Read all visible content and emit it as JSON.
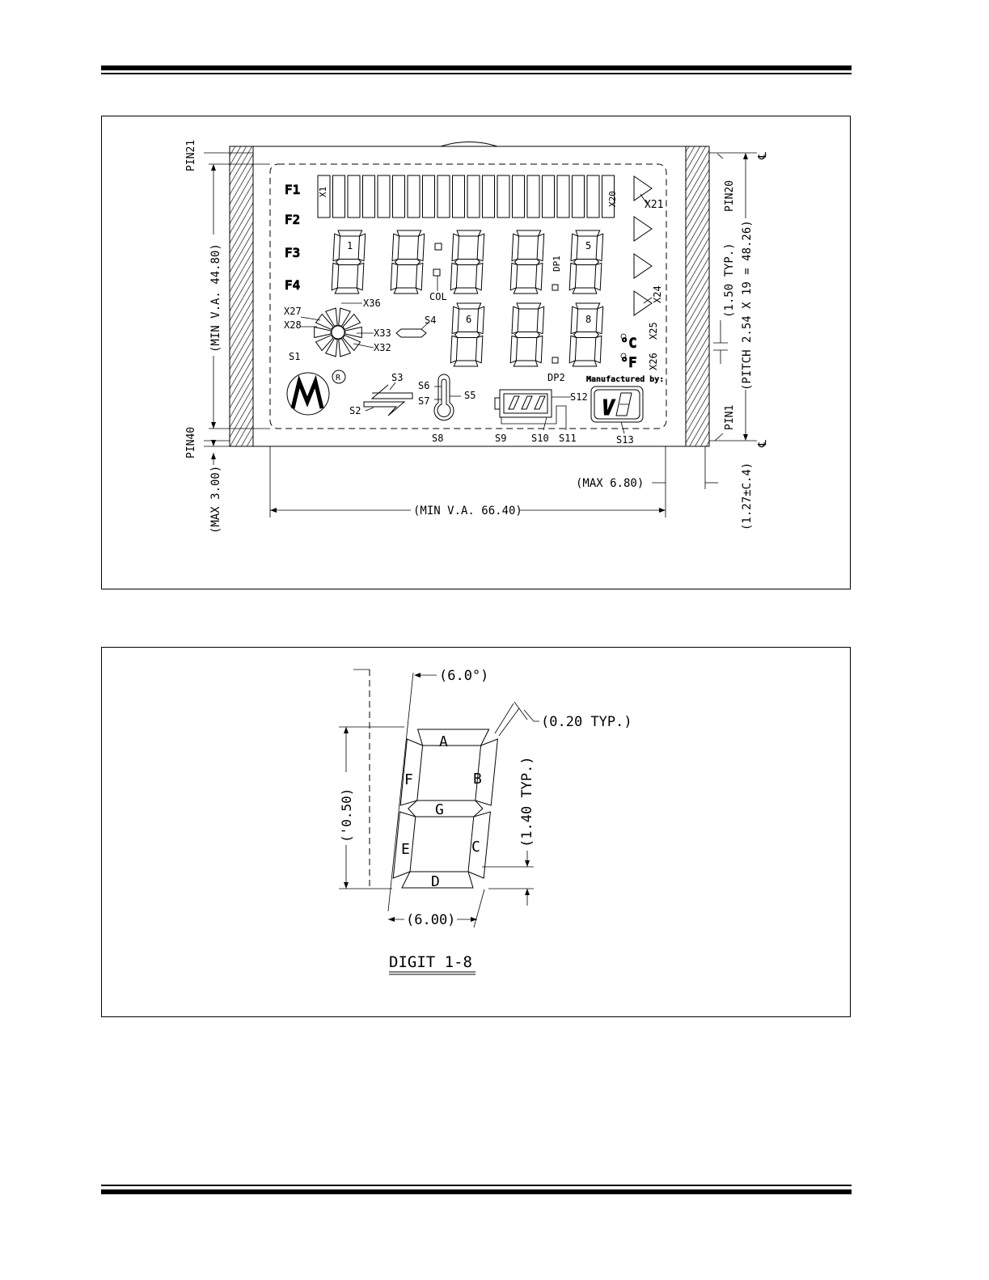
{
  "lcd_drawing": {
    "pins": {
      "top_left": "PIN21",
      "bottom_left": "PIN40",
      "top_right": "PIN20",
      "bottom_right": "PIN1"
    },
    "functions": [
      "F1",
      "F2",
      "F3",
      "F4"
    ],
    "bar": {
      "first": "X1",
      "last": "X20"
    },
    "arrows": {
      "top": "X21",
      "bottom": "X24"
    },
    "digit_numbers": [
      "1",
      "5",
      "6",
      "8"
    ],
    "labels": {
      "col": "COL",
      "dp1": "DP1",
      "dp2": "DP2",
      "x36": "X36",
      "x27": "X27",
      "x28": "X28",
      "x33": "X33",
      "x32": "X32",
      "s1": "S1",
      "s2": "S2",
      "s3": "S3",
      "s4": "S4",
      "s5": "S5",
      "s6": "S6",
      "s7": "S7",
      "s8": "S8",
      "s9": "S9",
      "s10": "S10",
      "s11": "S11",
      "s12": "S12",
      "s13": "S13",
      "x25": "X25",
      "x26": "X26",
      "celsius": "°C",
      "fahrenheit": "°F",
      "manufactured": "Manufactured by:",
      "logo_letter": "V",
      "reg": "R"
    },
    "dimensions": {
      "min_va_height": "(MIN V.A. 44.80)",
      "max_300": "(MAX 3.00)",
      "min_va_width": "(MIN V.A. 66.40)",
      "max_680": "(MAX 6.80)",
      "typ_150": "(1.50 TYP.)",
      "pitch": "(PITCH 2.54 X 19 = 48.26)",
      "pin_offset": "(1.27±C.4)",
      "centerline": "℄"
    }
  },
  "digit_drawing": {
    "segments": [
      "A",
      "B",
      "C",
      "D",
      "E",
      "F",
      "G"
    ],
    "angle": "(6.0°)",
    "gap": "(0.20 TYP.)",
    "height": "('0.50)",
    "seg_width": "(1.40 TYP.)",
    "width": "(6.00)",
    "caption": "DIGIT 1-8"
  }
}
